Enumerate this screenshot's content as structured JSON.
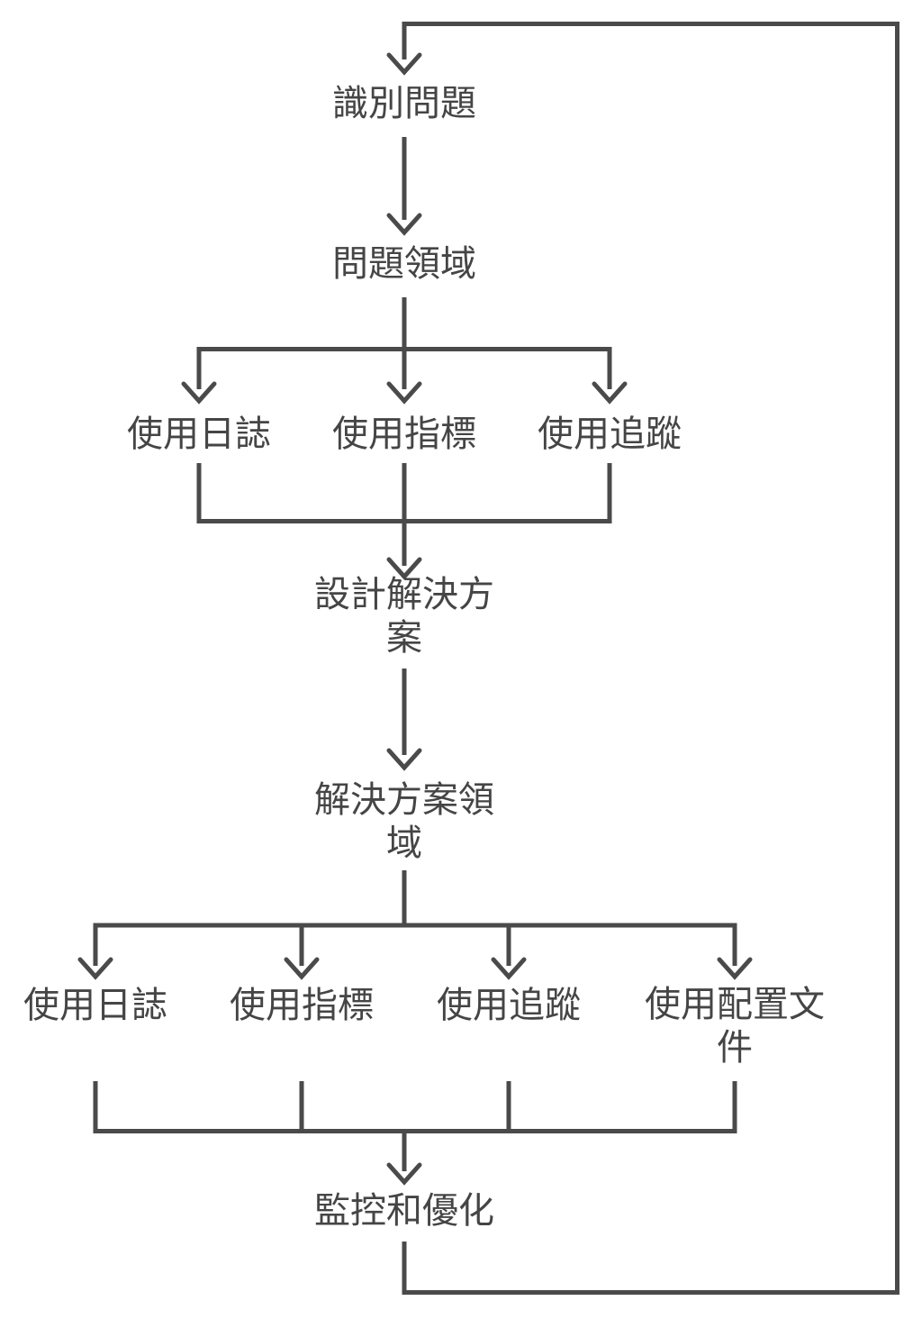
{
  "colors": {
    "line": "#4a4a4a",
    "text": "#454545",
    "background": "#ffffff"
  },
  "flowchart": {
    "type": "flowchart-with-feedback-loop",
    "nodes": {
      "identify_problem": "識別問題",
      "problem_domain": "問題領域",
      "problem_use_logs": "使用日誌",
      "problem_use_metrics": "使用指標",
      "problem_use_tracing": "使用追蹤",
      "design_solution": "設計解決方案",
      "solution_domain": "解決方案領域",
      "solution_use_logs": "使用日誌",
      "solution_use_metrics": "使用指標",
      "solution_use_tracing": "使用追蹤",
      "solution_use_profiles": "使用配置文件",
      "monitor_optimize": "監控和優化"
    },
    "edges": [
      "monitor_optimize -> identify_problem (feedback loop)",
      "identify_problem -> problem_domain",
      "problem_domain -> problem_use_logs",
      "problem_domain -> problem_use_metrics",
      "problem_domain -> problem_use_tracing",
      "problem_use_logs + problem_use_metrics + problem_use_tracing -> design_solution",
      "design_solution -> solution_domain",
      "solution_domain -> solution_use_logs",
      "solution_domain -> solution_use_metrics",
      "solution_domain -> solution_use_tracing",
      "solution_domain -> solution_use_profiles",
      "solution_use_logs + solution_use_metrics + solution_use_tracing + solution_use_profiles -> monitor_optimize"
    ]
  }
}
